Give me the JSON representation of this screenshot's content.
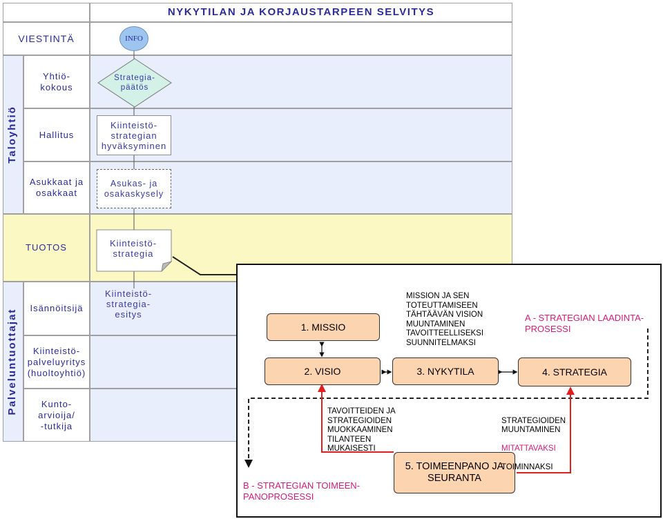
{
  "header": {
    "title": "NYKYTILAN JA KORJAUSTARPEEN SELVITYS"
  },
  "top_row": {
    "label": "VIESTINTÄ",
    "info": "INFO"
  },
  "taloyhtio": {
    "group": "Taloyhtiö",
    "rows": [
      {
        "label": "Yhtiö-\nkokous",
        "process": "Strategia-\npäätös"
      },
      {
        "label": "Hallitus",
        "process": "Kiinteistö-\nstrategian\nhyväksyminen"
      },
      {
        "label": "Asukkaat ja\nosakkaat",
        "process": "Asukas- ja\nosakaskysely"
      }
    ]
  },
  "tuotos": {
    "label": "TUOTOS",
    "document": "Kiinteistö-\nstrategia"
  },
  "palveluntuottajat": {
    "group": "Palveluntuottajat",
    "rows": [
      {
        "label": "Isännöitsijä"
      },
      {
        "label": "Kiinteistö-\npalveluyritys\n(huoltoyhtiö)"
      },
      {
        "label": "Kunto-\narvioija/\n-tutkija"
      }
    ],
    "process": "Kiinteistö-\nstrategia-\nesitys"
  },
  "detail": {
    "boxes": {
      "missio": "1. MISSIO",
      "visio": "2. VISIO",
      "nykytila": "3. NYKYTILA",
      "strategia": "4. STRATEGIA",
      "toimeenpano": "5. TOIMEENPANO JA\nSEURANTA"
    },
    "note_missio": "MISSION JA SEN\nTOTEUTTAMISEEN\nTÄHTÄÄVÄN VISION\nMUUNTAMINEN\nTAVOITTEELLISEKSI\nSUUNNITELMAKSI",
    "label_a": "A - STRATEGIAN LAADINTA-\nPROSESSI",
    "note_tavoitteet": "TAVOITTEIDEN JA\nSTRATEGIOIDEN\nMUOKKAAMINEN\nTILANTEEN\nMUKAISESTI",
    "note_strategiat_1": "STRATEGIOIDEN\nMUUNTAMINEN",
    "note_strategiat_2": "MITATTAVAKSI",
    "note_strategiat_3": "TOIMINNAKSI",
    "label_b": "B - STRATEGIAN TOIMEEN-\nPANOPROSESSI"
  },
  "colors": {
    "lane_blue": "#e8eefb",
    "lane_yellow": "#fcf8c4",
    "text_blue": "#2b2b9a",
    "diamond_fill": "#d3f1e6",
    "info_fill": "#9dc5f0",
    "orange_fill": "#fcd4b0",
    "accent_pink": "#d81b7a",
    "arrow_red": "#e02020"
  }
}
